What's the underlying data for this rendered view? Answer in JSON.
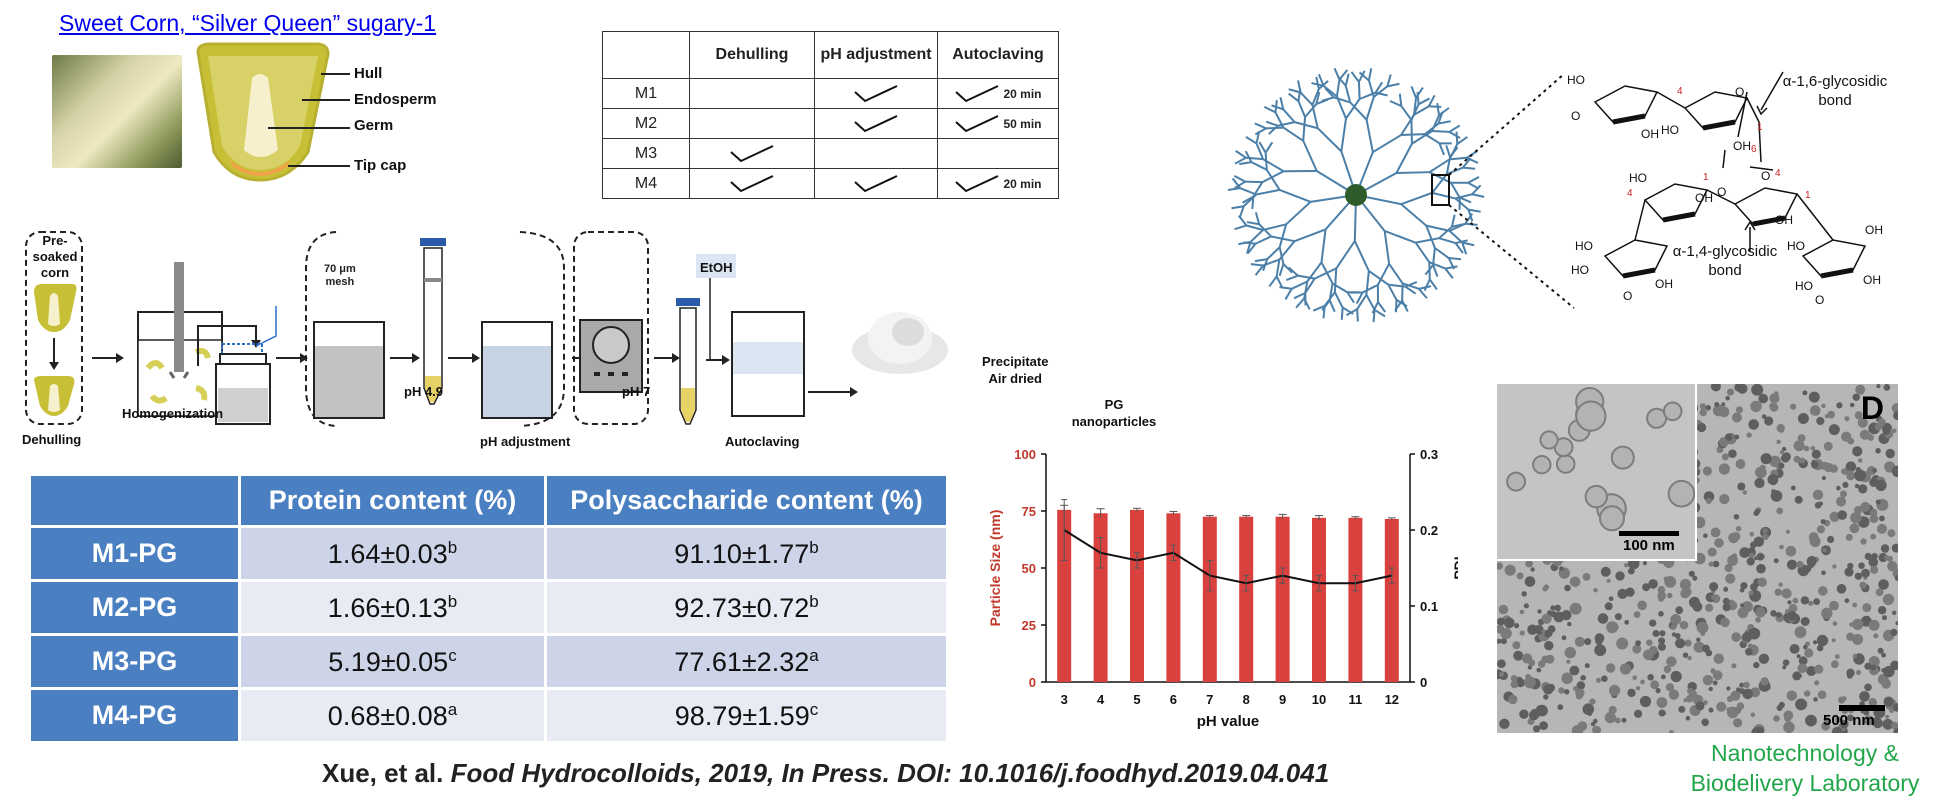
{
  "title_link": "Sweet Corn, “Silver Queen” sugary-1",
  "kernel_labels": {
    "hull": "Hull",
    "endosperm": "Endosperm",
    "germ": "Germ",
    "tip_cap": "Tip cap"
  },
  "method_table": {
    "headers": [
      "Dehulling",
      "pH adjustment",
      "Autoclaving"
    ],
    "rows": [
      {
        "name": "M1",
        "autoclave_time": "20 min"
      },
      {
        "name": "M2",
        "autoclave_time": "50 min"
      },
      {
        "name": "M3",
        "autoclave_time": ""
      },
      {
        "name": "M4",
        "autoclave_time": "20 min"
      }
    ]
  },
  "process": {
    "presoaked": "Pre-\nsoaked\ncorn",
    "dehulling": "Dehulling",
    "homogenization": "Homogenization",
    "mesh": "70 μm\nmesh",
    "ph49": "pH 4.9",
    "ph_adjustment": "pH adjustment",
    "ph7": "pH 7",
    "autoclaving": "Autoclaving",
    "etoh": "EtOH",
    "precipitate": "Precipitate\nAir dried",
    "pg": "PG\nnanoparticles"
  },
  "structure": {
    "a16": "α-1,6-glycosidic\nbond",
    "a14": "α-1,4-glycosidic\nbond"
  },
  "results_table": {
    "headers": [
      "",
      "Protein content (%)",
      "Polysaccharide content (%)"
    ],
    "rows": [
      {
        "name": "M1-PG",
        "protein": "1.64±0.03",
        "protein_sup": "b",
        "poly": "91.10±1.77",
        "poly_sup": "b"
      },
      {
        "name": "M2-PG",
        "protein": "1.66±0.13",
        "protein_sup": "b",
        "poly": "92.73±0.72",
        "poly_sup": "b"
      },
      {
        "name": "M3-PG",
        "protein": "5.19±0.05",
        "protein_sup": "c",
        "poly": "77.61±2.32",
        "poly_sup": "a"
      },
      {
        "name": "M4-PG",
        "protein": "0.68±0.08",
        "protein_sup": "a",
        "poly": "98.79±1.59",
        "poly_sup": "c"
      }
    ]
  },
  "chart_data": {
    "type": "bar",
    "categories": [
      "3",
      "4",
      "5",
      "6",
      "7",
      "8",
      "9",
      "10",
      "11",
      "12"
    ],
    "xlabel": "pH value",
    "ylabel": "Particle Size (nm)",
    "y2label": "PDI",
    "ylim": [
      0,
      100
    ],
    "y2lim": [
      0,
      0.3
    ],
    "yticks": [
      "0",
      "25",
      "50",
      "75",
      "100"
    ],
    "y2ticks": [
      "0",
      "0.1",
      "0.2",
      "0.3"
    ],
    "series": [
      {
        "axis": "left",
        "kind": "bar",
        "color": "#d9413f",
        "values": [
          75.5,
          74,
          75.5,
          74,
          72.5,
          72.5,
          72.5,
          72,
          72,
          71.5
        ],
        "errors": [
          2,
          2,
          0.7,
          0.8,
          0.5,
          0.5,
          1,
          1,
          0.5,
          0.5
        ]
      },
      {
        "axis": "right",
        "kind": "line",
        "color": "#111111",
        "values": [
          0.2,
          0.17,
          0.16,
          0.17,
          0.14,
          0.13,
          0.14,
          0.13,
          0.13,
          0.14
        ],
        "errors": [
          0.04,
          0.02,
          0.01,
          0.01,
          0.02,
          0.01,
          0.01,
          0.01,
          0.01,
          0.01
        ]
      }
    ]
  },
  "tem": {
    "panel": "D",
    "inset_scale": "100 nm",
    "scale": "500 nm"
  },
  "citation": {
    "authors": "Xue, et al. ",
    "rest": "Food Hydrocolloids, 2019, In Press. DOI: 10.1016/j.foodhyd.2019.04.041"
  },
  "lab": "Nanotechnology &\nBiodelivery Laboratory",
  "colors": {
    "table_header": "#4a7fc1",
    "bar": "#d9413f",
    "lab": "#22a64a"
  }
}
